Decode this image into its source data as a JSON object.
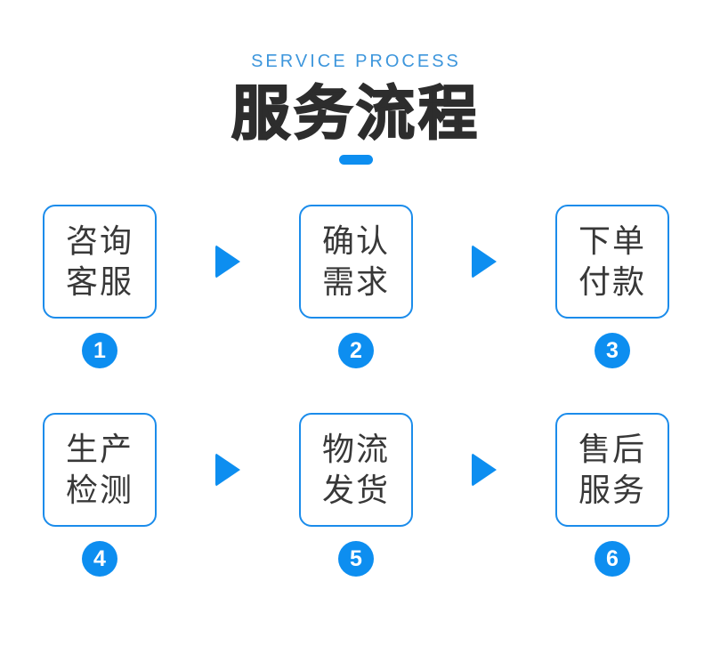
{
  "header": {
    "subtitle": "SERVICE PROCESS",
    "title": "服务流程"
  },
  "steps": [
    {
      "number": "1",
      "line1": "咨询",
      "line2": "客服"
    },
    {
      "number": "2",
      "line1": "确认",
      "line2": "需求"
    },
    {
      "number": "3",
      "line1": "下单",
      "line2": "付款"
    },
    {
      "number": "4",
      "line1": "生产",
      "line2": "检测"
    },
    {
      "number": "5",
      "line1": "物流",
      "line2": "发货"
    },
    {
      "number": "6",
      "line1": "售后",
      "line2": "服务"
    }
  ],
  "colors": {
    "accent_blue": "#0d8ef0",
    "box_border_blue": "#1b8ceb",
    "subtitle_blue": "#3d96dc",
    "title_black": "#2d2d2d",
    "box_text_gray": "#383838",
    "background": "#ffffff"
  }
}
